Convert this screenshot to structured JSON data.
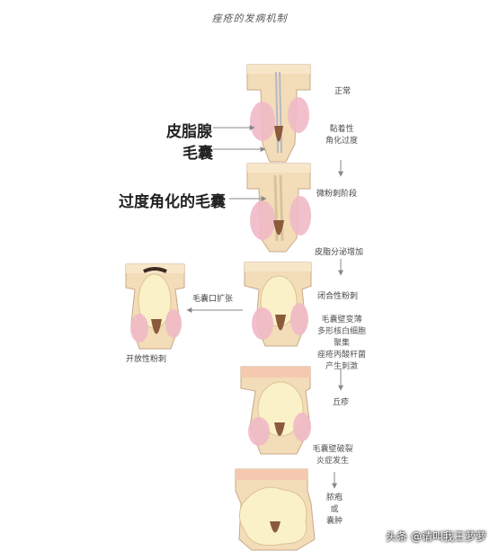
{
  "title": "痤疮的发病机制",
  "labels": {
    "sebaceous_gland": "皮脂腺",
    "hair_follicle": "毛囊",
    "hyperkeratotic_follicle": "过度角化的毛囊"
  },
  "stages": {
    "normal": "正常",
    "keratinization": [
      "黏着性",
      "角化过度"
    ],
    "microcomedo": "微粉刺阶段",
    "sebum_increase": "皮脂分泌增加",
    "closed_comedo": "闭合性粉刺",
    "follicle_dilation": "毛囊口扩张",
    "open_comedo": "开放性粉刺",
    "inflammation_chain": [
      "毛囊壁变薄",
      "多形核白细胞",
      "聚集",
      "痤疮丙酸杆菌",
      "产生刺激"
    ],
    "papule": "丘疹",
    "rupture": [
      "毛囊壁破裂",
      "炎症发生"
    ],
    "pustule": [
      "脓疱",
      "或",
      "囊肿"
    ]
  },
  "watermark": "头条 @请叫我王萝萝",
  "colors": {
    "skin": "#f3dcb8",
    "skin_top": "#f7e6c8",
    "gland": "#efb9c6",
    "hair": "#8a5a3a",
    "sebum": "#fbf1c9",
    "arrow": "#888888"
  }
}
